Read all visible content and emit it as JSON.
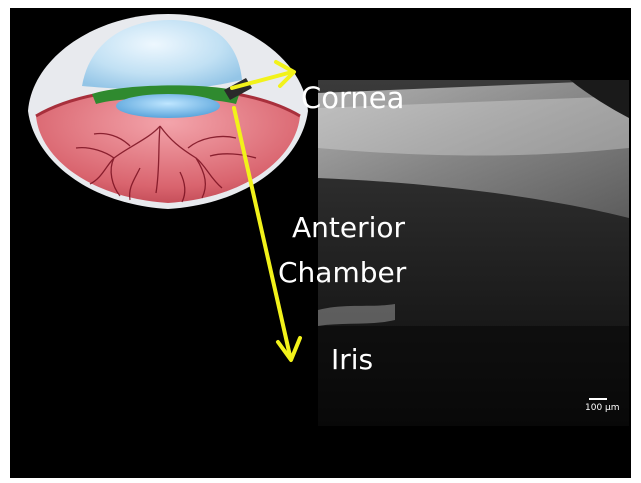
{
  "labels": {
    "cornea": "Cornea",
    "anterior": "Anterior",
    "chamber": "Chamber",
    "iris": "Iris"
  },
  "scale_bar": {
    "label": "100 µm"
  },
  "colors": {
    "background": "#000000",
    "arrow": "#f2f21a",
    "label": "#ffffff",
    "eye_interior": "#d9646e",
    "cornea_dome": "#c9e6f7",
    "vessels": "#7a1020"
  },
  "icons": {
    "eye_illustration": "eye-cutaway-icon",
    "pointer": "arrow-icon"
  }
}
